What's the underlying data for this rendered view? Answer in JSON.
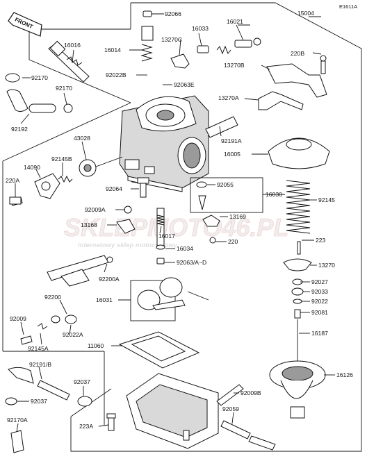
{
  "diagram": {
    "code": "E1611A",
    "front_label": "FRONT",
    "watermark": {
      "main": "SKLEPMOTO46.PL",
      "sub": "internetowy sklep motocyklowy"
    },
    "parts": [
      {
        "num": "92066"
      },
      {
        "num": "16021"
      },
      {
        "num": "15004"
      },
      {
        "num": "16033"
      },
      {
        "num": "16016"
      },
      {
        "num": "16014"
      },
      {
        "num": "13270C"
      },
      {
        "num": "220B"
      },
      {
        "num": "13270B"
      },
      {
        "num": "92170"
      },
      {
        "num": "92022B"
      },
      {
        "num": "92063E"
      },
      {
        "num": "92170"
      },
      {
        "num": "13270A"
      },
      {
        "num": "92192"
      },
      {
        "num": "92191A"
      },
      {
        "num": "43028"
      },
      {
        "num": "16005"
      },
      {
        "num": "92145B"
      },
      {
        "num": "14090"
      },
      {
        "num": "220A"
      },
      {
        "num": "92064"
      },
      {
        "num": "92055"
      },
      {
        "num": "16030"
      },
      {
        "num": "92145"
      },
      {
        "num": "92009A"
      },
      {
        "num": "13169"
      },
      {
        "num": "13168"
      },
      {
        "num": "16017"
      },
      {
        "num": "220"
      },
      {
        "num": "223"
      },
      {
        "num": "16034"
      },
      {
        "num": "92063/A~D"
      },
      {
        "num": "13270"
      },
      {
        "num": "92200A"
      },
      {
        "num": "92027"
      },
      {
        "num": "92033"
      },
      {
        "num": "16031"
      },
      {
        "num": "92022"
      },
      {
        "num": "92200"
      },
      {
        "num": "92081"
      },
      {
        "num": "92009"
      },
      {
        "num": "92022A"
      },
      {
        "num": "16187"
      },
      {
        "num": "92145A"
      },
      {
        "num": "11060"
      },
      {
        "num": "92191/B"
      },
      {
        "num": "16126"
      },
      {
        "num": "92037"
      },
      {
        "num": "92037"
      },
      {
        "num": "92009B"
      },
      {
        "num": "92170A"
      },
      {
        "num": "92059"
      },
      {
        "num": "223A"
      }
    ]
  }
}
